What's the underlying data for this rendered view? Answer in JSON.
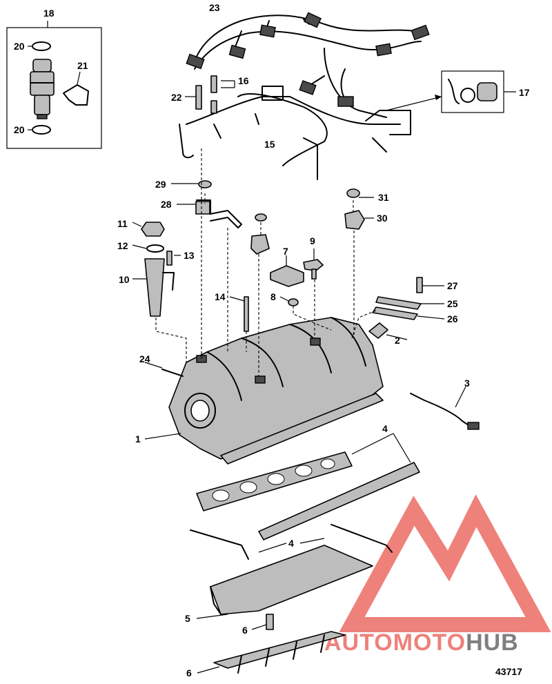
{
  "diagram": {
    "figure_number": "43717",
    "callouts": [
      "1",
      "2",
      "3",
      "4",
      "4",
      "5",
      "6",
      "7",
      "8",
      "9",
      "10",
      "11",
      "12",
      "13",
      "14",
      "15",
      "16",
      "17",
      "18",
      "19",
      "20",
      "20",
      "21",
      "22",
      "23",
      "24",
      "25",
      "26",
      "27",
      "28",
      "29",
      "30",
      "31"
    ]
  },
  "watermark": {
    "text_part1": "AUTOMOTO",
    "text_part2": "HUB",
    "color_primary": "#e8584f",
    "color_secondary": "#555555"
  }
}
